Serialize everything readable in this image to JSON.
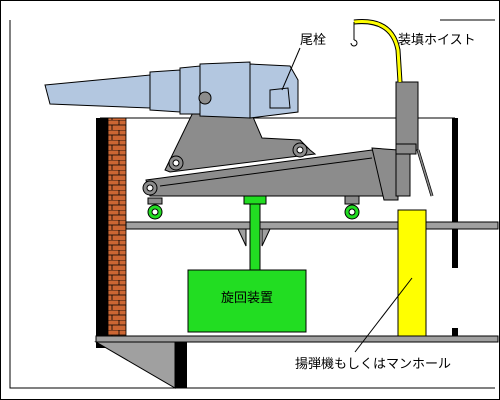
{
  "labels": {
    "breech": "尾栓",
    "loading_hoist": "装填ホイスト",
    "traverse_gear": "旋回装置",
    "ammo_hatch": "揚弾機もしくはマンホール"
  },
  "colors": {
    "background": "#ffffff",
    "barrel": "#b3c7e0",
    "carriage": "#8c8c8c",
    "brick": "#cc6633",
    "green": "#22dd22",
    "yellow": "#ffff00",
    "wall_gray": "#a0a0a0"
  }
}
